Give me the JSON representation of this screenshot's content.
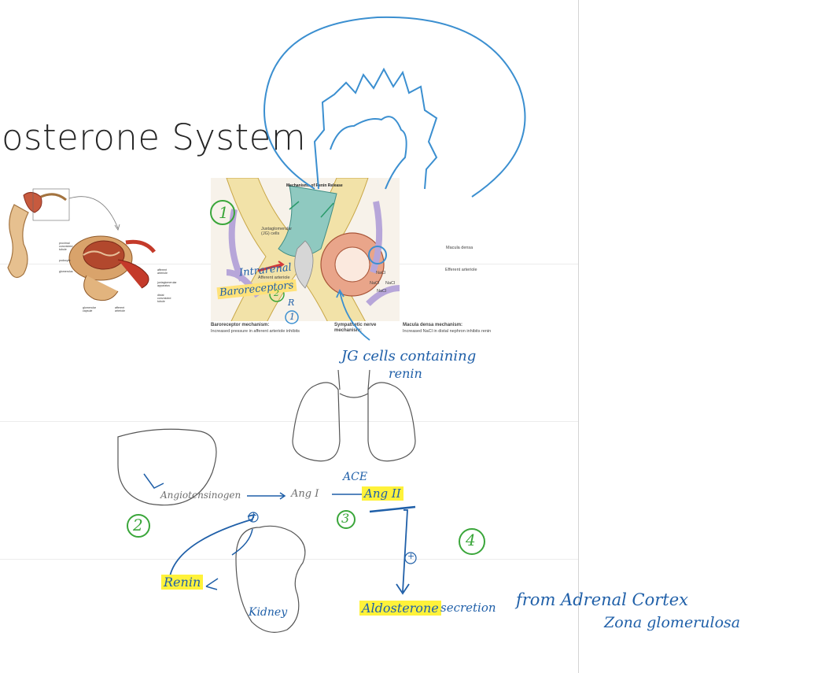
{
  "slide": {
    "title": "osterone System"
  },
  "figure_text": {
    "renin_title": "Mechanisms of Renin Release",
    "jg_cells": "Juxtaglomerular (JG) cells",
    "macula_densa": "Macula densa",
    "efferent_arteriole": "Efferent arteriole",
    "afferent_arteriole": "Afferent arteriole",
    "nacl": "NaCl",
    "baroreceptor_mechanism": "Baroreceptor mechanism:",
    "baroreceptor_desc": "Increased pressure in afferent arteriole inhibits",
    "sympathetic_mechanism": "Sympathetic nerve mechanism:",
    "macula_densa_mechanism": "Macula densa mechanism:",
    "macula_densa_desc": "Increased NaCl in distal nephron inhibits renin"
  },
  "nephron_labels": [
    "proximal convoluted tubule",
    "podocyte",
    "glomerulus",
    "glomerular capsule",
    "afferent arteriole",
    "efferent arteriole",
    "juxtaglomerular apparatus",
    "distal convoluted tubule"
  ],
  "annotations": {
    "step1": "1",
    "step2": "2",
    "step3": "3",
    "step4": "4",
    "intrarenal": "Intrarenal",
    "baroreceptors": "Baroreceptors",
    "circled_2": "2",
    "r_label": "R",
    "circled_1": "1",
    "jg_cells_note_line1": "JG cells containing",
    "jg_cells_note_line2": "renin",
    "angiotensinogen": "Angiotensinogen",
    "ang1": "Ang I",
    "ace": "ACE",
    "ang2": "Ang II",
    "plus1": "+",
    "plus2": "+",
    "renin": "Renin",
    "kidney": "Kidney",
    "aldosterone": "Aldosterone",
    "secretion": "secretion",
    "from_adrenal": "from Adrenal Cortex",
    "zona": "Zona glomerulosa"
  },
  "colors": {
    "ink_blue": "#1f5fa8",
    "ink_green": "#3aa63a",
    "highlight": "#fff23a",
    "pencil_gray": "#6f6f6f"
  }
}
